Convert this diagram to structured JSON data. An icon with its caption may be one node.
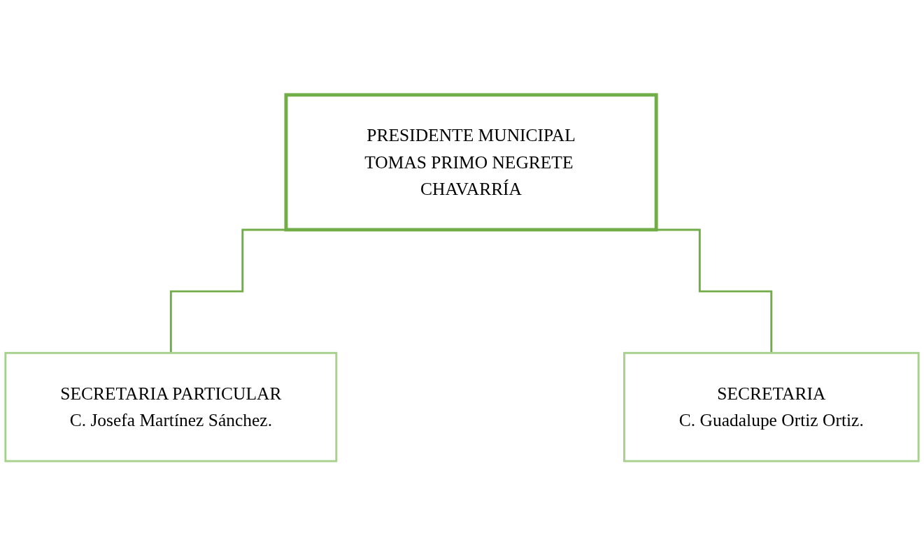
{
  "diagram": {
    "nodes": [
      {
        "text": [
          "PRESIDENTE MUNICIPAL",
          "TOMAS PRIMO NEGRETE CHAVARRÍA"
        ]
      },
      {
        "text": [
          "SECRETARIA PARTICULAR",
          "C. Josefa Martínez Sánchez."
        ]
      },
      {
        "text": [
          "SECRETARIA",
          "C. Guadalupe Ortiz Ortiz."
        ]
      }
    ],
    "edges": [
      {
        "from": 0,
        "to": 1,
        "arrow": "none"
      },
      {
        "from": 0,
        "to": 2,
        "arrow": "none"
      }
    ]
  }
}
